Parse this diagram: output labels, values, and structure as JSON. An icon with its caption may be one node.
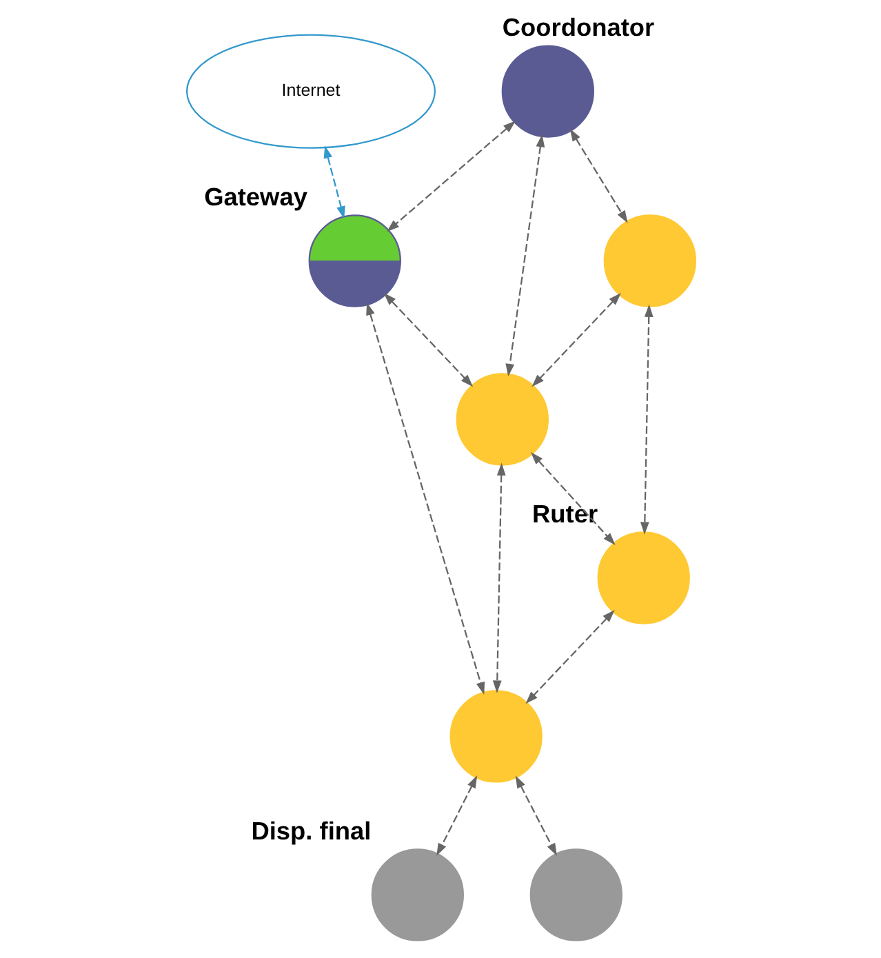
{
  "diagram": {
    "nodes": [
      {
        "text": [
          "Internet"
        ]
      },
      {
        "text": [
          "Coordonator"
        ]
      },
      {
        "text": [
          "Gateway"
        ]
      },
      {
        "text": [],
        "shape": "circle"
      },
      {
        "text": [],
        "shape": "circle"
      },
      {
        "text": [
          "Ruter"
        ]
      },
      {
        "text": [],
        "shape": "circle"
      },
      {
        "text": [
          "Disp. final"
        ]
      },
      {
        "text": [],
        "shape": "circle"
      }
    ],
    "edges": [
      {
        "from": 0,
        "to": 2,
        "arrow": "both",
        "style": "dashed",
        "color": "#3399cc"
      },
      {
        "from": 1,
        "to": 2,
        "arrow": "both",
        "style": "dashed"
      },
      {
        "from": 1,
        "to": 4,
        "arrow": "both",
        "style": "dashed"
      },
      {
        "from": 1,
        "to": 3,
        "arrow": "both",
        "style": "dashed"
      },
      {
        "from": 2,
        "to": 3,
        "arrow": "both",
        "style": "dashed"
      },
      {
        "from": 2,
        "to": 6,
        "arrow": "both",
        "style": "dashed"
      },
      {
        "from": 4,
        "to": 3,
        "arrow": "both",
        "style": "dashed"
      },
      {
        "from": 4,
        "to": 5,
        "arrow": "both",
        "style": "dashed"
      },
      {
        "from": 3,
        "to": 5,
        "arrow": "both",
        "style": "dashed"
      },
      {
        "from": 3,
        "to": 6,
        "arrow": "both",
        "style": "dashed"
      },
      {
        "from": 5,
        "to": 6,
        "arrow": "both",
        "style": "dashed"
      },
      {
        "from": 6,
        "to": 7,
        "arrow": "both",
        "style": "dashed"
      },
      {
        "from": 6,
        "to": 8,
        "arrow": "both",
        "style": "dashed"
      }
    ]
  }
}
